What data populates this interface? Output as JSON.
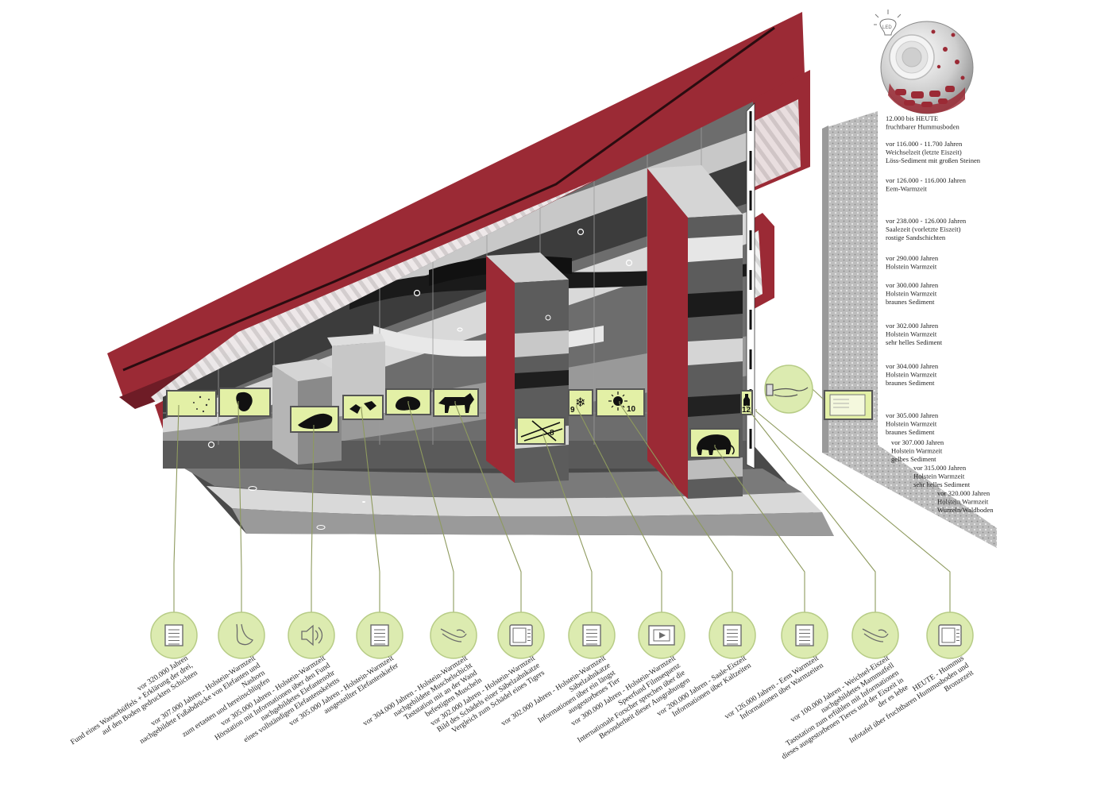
{
  "colors": {
    "stair_red": "#9b2a35",
    "stair_dark": "#6e1c26",
    "circle_fill": "#dcebb0",
    "circle_stroke": "#b7cc86",
    "panel_fill": "#e3f0a6",
    "leader": "#8e9a5e",
    "sediment_dark": "#3c3c3c",
    "sediment_mid": "#6d6d6d",
    "sediment_light": "#c8c8c8"
  },
  "orb": {
    "label": "LED"
  },
  "stations": [
    {
      "icon": "document-icon",
      "caption": [
        "vor 320.000 Jahren",
        "Fund eines Wasserbüffels + Erklärung der drei,",
        "auf den Boden gedruckten Schichten"
      ]
    },
    {
      "icon": "foot-icon",
      "caption": [
        "vor 307.000 Jahren - Holstein-Warmzeit",
        "nachgebildete Fußabdrücke von Elefanten und",
        "Nashorn",
        "zum ertasten und hereinschlüpfen"
      ]
    },
    {
      "icon": "speaker-icon",
      "caption": [
        "vor 305.000 Jahren - Holstein-Warmzeit",
        "Hörstation mit Informationen über den Fund",
        "nachgebildetes Elefantenohr",
        "eines vollständigen Elefantenskeletts"
      ]
    },
    {
      "icon": "document-icon",
      "caption": [
        "vor 305.000 Jahren - Holstein-Warmzeit",
        "ausgestellter Elefantenkiefer"
      ]
    },
    {
      "icon": "hand-icon",
      "caption": [
        "vor 304.000 Jahren - Holstein-Warmzeit",
        "nachgebildete Muschelschicht",
        "Taststation mit an der Wand",
        "befestigten Muscheln"
      ]
    },
    {
      "icon": "tablet-icon",
      "caption": [
        "vor 302.000 Jahren - Holstein-Warmzeit",
        "Bild des Schädels einer Säbelzahnkatze",
        "Vergleich zum Schädel eines Tigers"
      ]
    },
    {
      "icon": "document-icon",
      "caption": [
        "vor 302.000 Jahren - Holstein-Warmzeit",
        "Säbelzahnkatze",
        "Informationen über ein längst",
        "ausgestorbenes Tier"
      ]
    },
    {
      "icon": "video-icon",
      "caption": [
        "vor 300.000 Jahren - Holstein-Warmzeit",
        "Speerfund Filmsequenz",
        "Internationale Forscher sprechen über die",
        "Besonderheit dieser Ausgrabungen"
      ]
    },
    {
      "icon": "document-icon",
      "caption": [
        "vor 200.000 Jahren - Saale-Eiszeit",
        "Informationen über Kaltzeiten"
      ]
    },
    {
      "icon": "document-icon",
      "caption": [
        "vor 126.000 Jahren - Eem Warmzeit",
        "Informationen über Warmzeiten"
      ]
    },
    {
      "icon": "hand-icon",
      "caption": [
        "vor 100.000 Jahren - Weichsel-Eiszeit",
        "nachgebildetes Mammutfell",
        "Taststation zum erfühlen mit Informationen",
        "dieses ausgestorbenen Tieres und der Eiszeit in",
        "der es lebte"
      ]
    },
    {
      "icon": "tablet-icon",
      "caption": [
        "HEUTE - Hummus",
        "Infotafel über fruchtbaren Hummusboden und",
        "Bronzezeit"
      ]
    }
  ],
  "panel_numbers": [
    "8",
    "9",
    "10",
    "12"
  ],
  "timeline": [
    [
      "12.000 bis HEUTE",
      "fruchtbarer Hummusboden"
    ],
    [
      "vor 116.000 - 11.700 Jahren",
      "Weichselzeit (letzte Eiszeit)",
      "Löss-Sediment mit großen Steinen"
    ],
    [
      "vor 126.000 - 116.000 Jahren",
      "Eem-Warmzeit"
    ],
    [
      "vor 238.000 - 126.000 Jahren",
      "Saalezeit (vorletzte Eiszeit)",
      "rostige Sandschichten"
    ],
    [
      "vor 290.000 Jahren",
      "Holstein Warmzeit"
    ],
    [
      "vor 300.000 Jahren",
      "Holstein Warmzeit",
      "braunes Sediment"
    ],
    [
      "vor 302.000 Jahren",
      "Holstein Warmzeit",
      "sehr helles Sediment"
    ],
    [
      "vor 304.000 Jahren",
      "Holstein Warmzeit",
      "braunes Sediment"
    ],
    [
      "vor 305.000 Jahren",
      "Holstein Warmzeit",
      "braunes Sediment"
    ],
    [
      "vor 307.000 Jahren",
      "Holstein Warmzeit",
      "gelbes Sediment"
    ],
    [
      "vor 315.000 Jahren",
      "Holstein Warmzeit",
      "sehr helles Sediment"
    ],
    [
      "vor 320.000 Jahren",
      "Holstein Warmzeit",
      "Wurzeln/Waldboden"
    ]
  ]
}
